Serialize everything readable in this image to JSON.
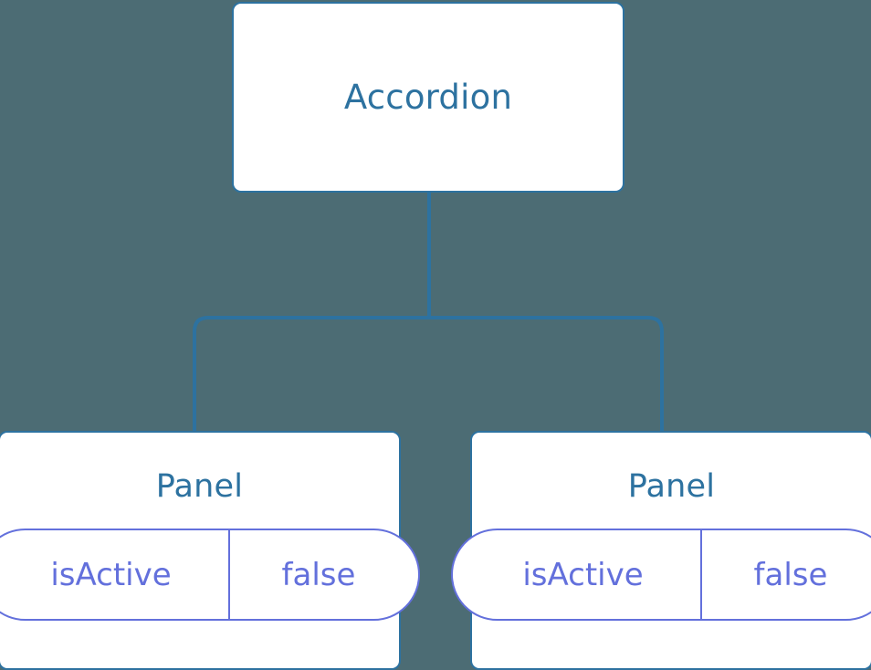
{
  "diagram": {
    "type": "component-tree",
    "background_color": "#4c6c74",
    "node_border_color": "#2d72a0",
    "node_fill_color": "#ffffff",
    "title_color": "#2d72a0",
    "prop_color": "#6370dc",
    "edge_color": "#2d72a0",
    "root": {
      "title": "Accordion"
    },
    "children": [
      {
        "title": "Panel",
        "prop_key": "isActive",
        "prop_value": "false"
      },
      {
        "title": "Panel",
        "prop_key": "isActive",
        "prop_value": "false"
      }
    ]
  }
}
